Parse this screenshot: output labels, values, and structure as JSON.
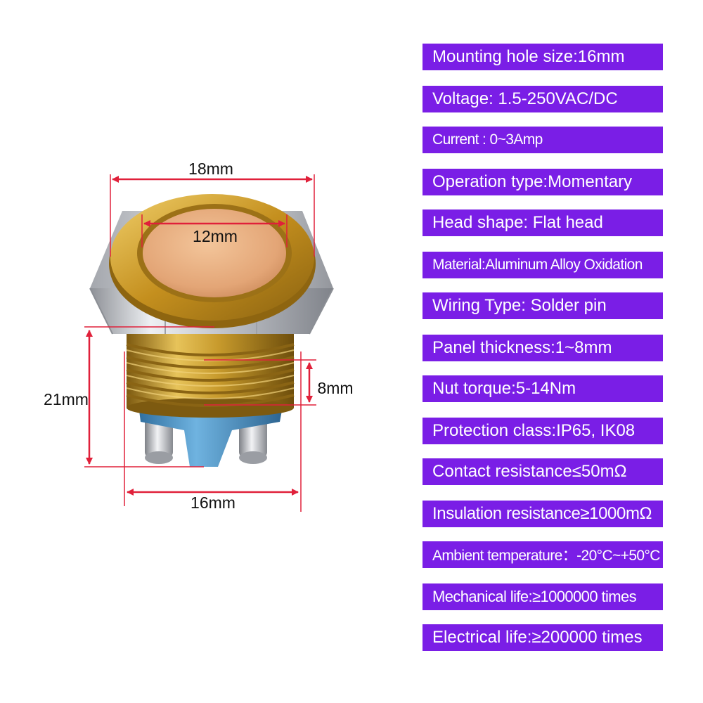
{
  "colors": {
    "spec_background": "#7a1ee6",
    "spec_text": "#ffffff",
    "dimension_line": "#e0203a",
    "gold": "#c9a032",
    "button_face": "#e8ad7c",
    "silver_nut": "#c9cbd0",
    "base_blue": "#4a93c9"
  },
  "dimensions": {
    "overall_width": "18mm",
    "button_diameter": "12mm",
    "height": "21mm",
    "thread_length": "8mm",
    "thread_diameter": "16mm"
  },
  "specs": [
    {
      "text": "Mounting hole size:16mm"
    },
    {
      "text": "Voltage: 1.5-250VAC/DC"
    },
    {
      "text": "Current : 0~3Amp"
    },
    {
      "text": "Operation type:Momentary"
    },
    {
      "text": "Head shape: Flat head"
    },
    {
      "text": "Material:Aluminum Alloy Oxidation"
    },
    {
      "text": "Wiring Type: Solder pin"
    },
    {
      "text": "Panel thickness:1~8mm"
    },
    {
      "text": "Nut torque:5-14Nm"
    },
    {
      "text": "Protection class:IP65, IK08"
    },
    {
      "text": "Contact resistance≤50mΩ"
    },
    {
      "text": "Insulation resistance≥1000mΩ"
    },
    {
      "text": "Ambient temperature：-20°C~+50°C"
    },
    {
      "text": "Mechanical life:≥1000000 times"
    },
    {
      "text": "Electrical life:≥200000 times"
    }
  ]
}
